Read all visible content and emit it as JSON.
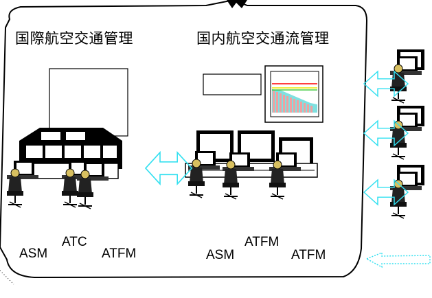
{
  "left_section": {
    "title": "国際航空交通管理",
    "labels": [
      "ASM",
      "ATC",
      "ATFM"
    ]
  },
  "right_section": {
    "title": "国内航空交通流管理",
    "labels": [
      "ATFM",
      "ASM",
      "ATFM"
    ]
  },
  "colors": {
    "arrow_outline": "#33e0f0",
    "chart_bars": "#f0a0a0",
    "chart_area": "#80e0e0",
    "chart_red_line": "#ff0000",
    "chart_yellow_line": "#e8e800",
    "chart_green_line": "#20c020",
    "monitor": "#000000"
  },
  "icons": [
    "double-arrow-icon",
    "controller-workstation-icon",
    "flow-chart-icon"
  ]
}
